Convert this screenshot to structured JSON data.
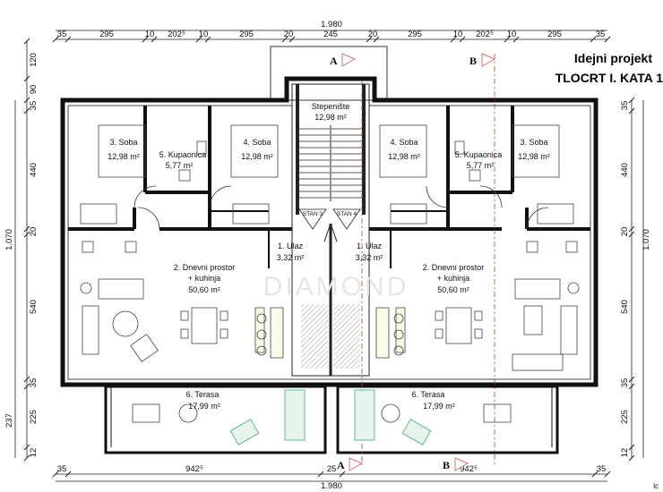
{
  "header": {
    "project": "Idejni projekt",
    "floor": "TLOCRT I. KATA  1"
  },
  "watermark": "DIAMOND",
  "corner_mark": "lc",
  "dimensions": {
    "top_total": "1.980",
    "bottom_total": "1.980",
    "top_chain": [
      "35",
      "295",
      "10",
      "202⁵",
      "10",
      "295",
      "20",
      "245",
      "20",
      "295",
      "10",
      "202⁵",
      "10",
      "295",
      "35"
    ],
    "bottom_chain": [
      "35",
      "942⁵",
      "25",
      "942⁵",
      "35"
    ],
    "left_chain": [
      "120",
      "90",
      "35",
      "440",
      "20",
      "540",
      "35",
      "225",
      "12"
    ],
    "left_total_upper": "1.070",
    "left_total_lower": "237",
    "right_chain": [
      "35",
      "440",
      "20",
      "540",
      "35",
      "225",
      "12"
    ],
    "right_total": "1.070"
  },
  "section_marks": {
    "top": [
      "A",
      "B"
    ],
    "bottom": [
      "A",
      "B"
    ]
  },
  "rooms": {
    "left_soba3": {
      "name": "3. Soba",
      "area": "12,98 m²"
    },
    "left_kupaonica": {
      "name": "5. Kupaonica",
      "area": "5,77 m²"
    },
    "left_soba4": {
      "name": "4. Soba",
      "area": "12,98 m²"
    },
    "stair": {
      "name": "Stepenište",
      "area": "12,98 m²"
    },
    "right_soba4": {
      "name": "4. Soba",
      "area": "12,98 m²"
    },
    "right_kupaonica": {
      "name": "5. Kupaonica",
      "area": "5,77 m²"
    },
    "right_soba3": {
      "name": "3. Soba",
      "area": "12,98 m²"
    },
    "left_ulaz": {
      "name": "1. Ulaz",
      "area": "3,32 m²"
    },
    "right_ulaz": {
      "name": "1. Ulaz",
      "area": "3,32 m²"
    },
    "left_dnevni": {
      "name": "2. Dnevni prostor",
      "name2": "+ kuhinja",
      "area": "50,60 m²"
    },
    "right_dnevni": {
      "name": "2. Dnevni prostor",
      "name2": "+ kuhinja",
      "area": "50,60 m²"
    },
    "left_terasa": {
      "name": "6. Terasa",
      "area": "17,99 m²"
    },
    "right_terasa": {
      "name": "6. Terasa",
      "area": "17,99 m²"
    }
  },
  "stan_labels": [
    "STAN 3",
    "STAN 4"
  ]
}
